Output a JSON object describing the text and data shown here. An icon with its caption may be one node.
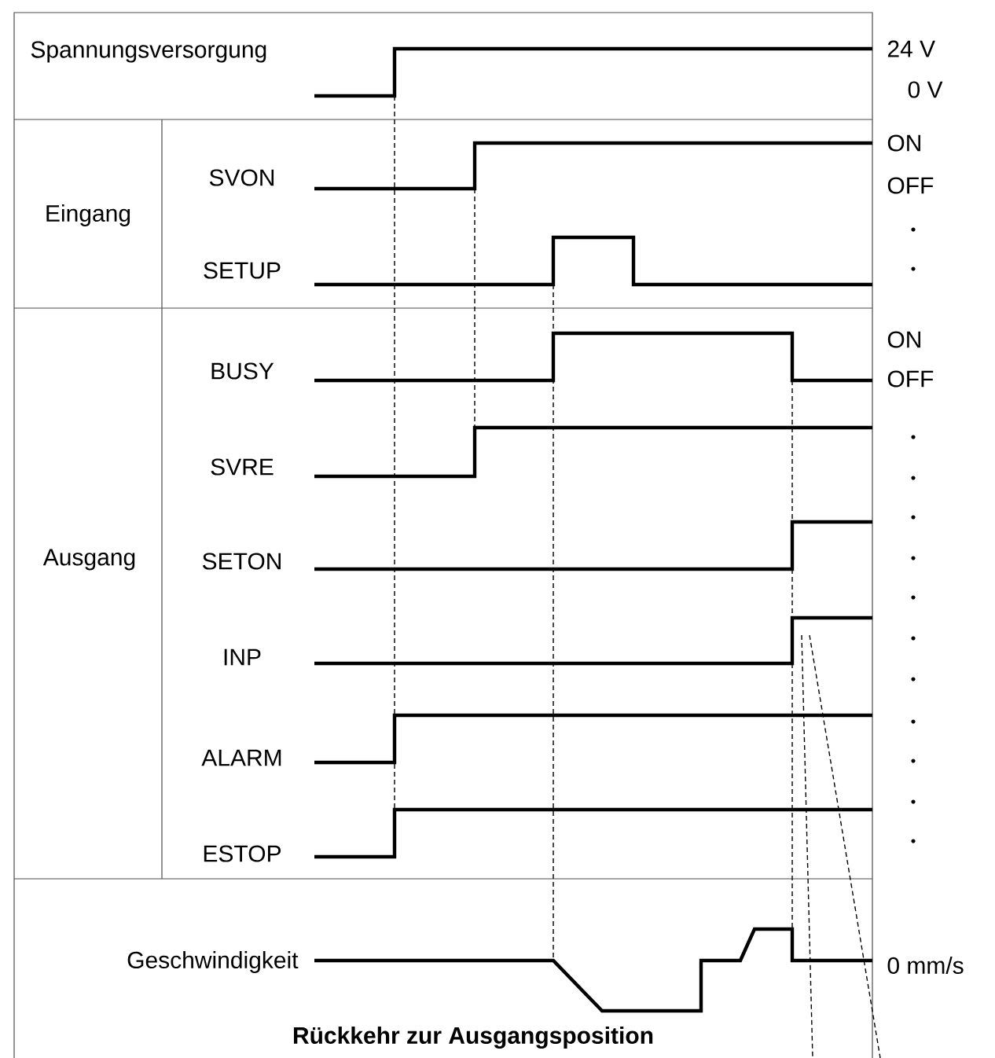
{
  "diagram": {
    "labels": [
      "Spannungsversorgung",
      "24 V",
      "0 V",
      "SVON",
      "ON",
      "OFF",
      "Eingang",
      "SETUP",
      "BUSY",
      "ON",
      "OFF",
      "SVRE",
      "Ausgang",
      "SETON",
      "INP",
      "ALARM",
      "ESTOP",
      "Geschwindigkeit",
      "0 mm/s",
      "Rückkehr zur Ausgangsposition"
    ]
  }
}
